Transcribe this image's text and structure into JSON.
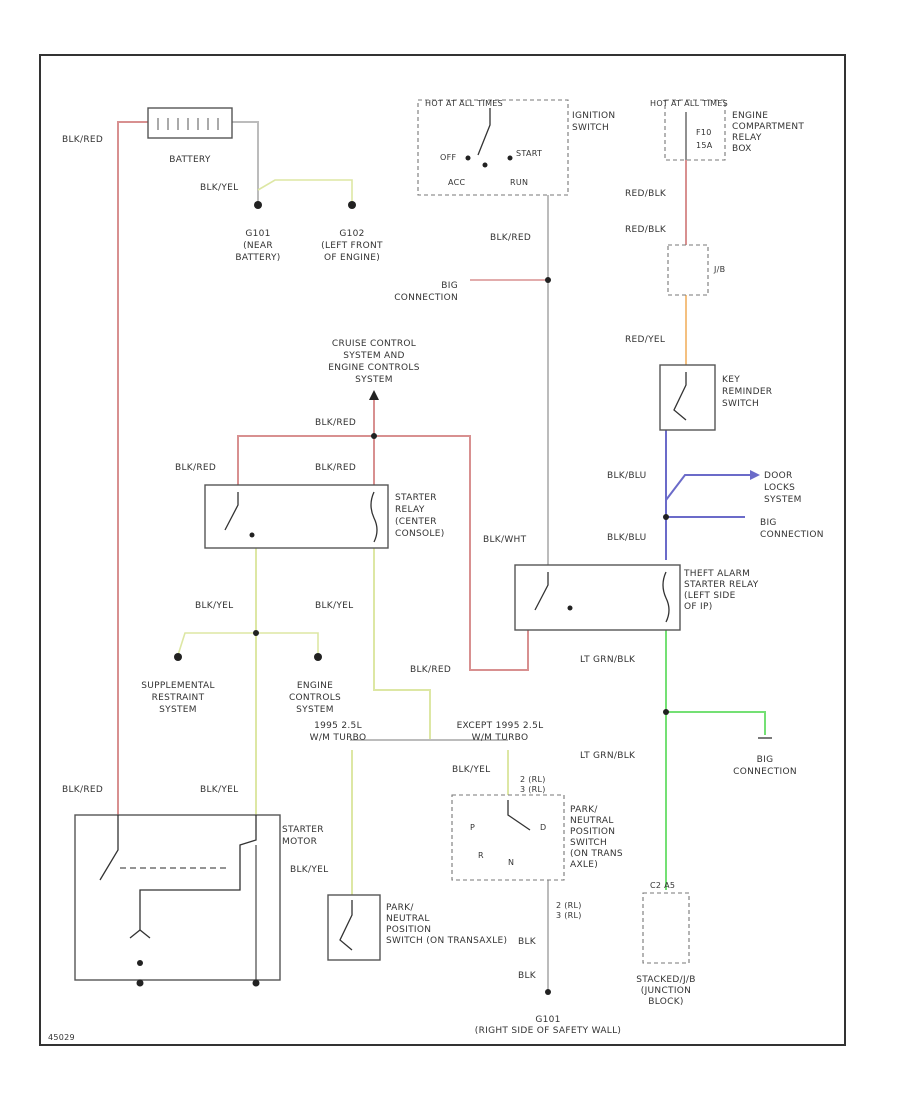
{
  "labels": {
    "wire_blkred_left": "BLK/RED",
    "battery": "BATTERY",
    "wire_blkyel_bat": "BLK/YEL",
    "g101": [
      "G101",
      "(NEAR",
      "BATTERY)"
    ],
    "g102": [
      "G102",
      "(LEFT FRONT",
      "OF ENGINE)"
    ],
    "hotrun_fuses": "HOT AT ALL TIMES",
    "ignition_switch": [
      "IGNITION",
      "SWITCH"
    ],
    "ign_off": "OFF",
    "ign_start": "START",
    "ign_acc": "ACC",
    "ign_run": "RUN",
    "wire_blkred_ign": "BLK/RED",
    "connection_mid": [
      "BIG",
      "CONNECTION"
    ],
    "hot_right": "HOT AT ALL TIMES",
    "engine_relay_box": [
      "ENGINE",
      "COMPARTMENT",
      "RELAY",
      "BOX"
    ],
    "fuse_f10": "F10",
    "fuse_amp": "15A",
    "wire_redblk1": "RED/BLK",
    "wire_redblk2": "RED/BLK",
    "jb_label": "J/B",
    "wire_redyel": "RED/YEL",
    "key_reminder": [
      "KEY",
      "REMINDER",
      "SWITCH"
    ],
    "cruise": [
      "CRUISE CONTROL",
      "SYSTEM AND",
      "ENGINE CONTROLS",
      "SYSTEM"
    ],
    "wire_blkred_top": "BLK/RED",
    "wire_blkred_sr1": "BLK/RED",
    "wire_blkred_sr2": "BLK/RED",
    "starter_relay": [
      "STARTER",
      "RELAY",
      "(CENTER",
      "CONSOLE)"
    ],
    "wire_blkwht": "BLK/WHT",
    "wire_blkblu1": "BLK/BLU",
    "door_locks": [
      "DOOR",
      "LOCKS",
      "SYSTEM"
    ],
    "wire_blkblu2": "BLK/BLU",
    "connection_right": [
      "BIG",
      "CONNECTION"
    ],
    "theft_relay": [
      "THEFT ALARM",
      "STARTER RELAY",
      "(LEFT SIDE",
      "OF IP)"
    ],
    "wire_blkyel_a": "BLK/YEL",
    "wire_blkyel_b": "BLK/YEL",
    "wire_blkred_theft": "BLK/RED",
    "srs": [
      "SUPPLEMENTAL",
      "RESTRAINT",
      "SYSTEM"
    ],
    "engine_controls": [
      "ENGINE",
      "CONTROLS",
      "SYSTEM"
    ],
    "wire_ltgrnblk1": "LT GRN/BLK",
    "wire_ltgrnblk2": "LT GRN/BLK",
    "connection_lower": [
      "BIG",
      "CONNECTION"
    ],
    "variant_left": [
      "1995 2.5L",
      "W/M TURBO"
    ],
    "variant_right": [
      "EXCEPT 1995 2.5L",
      "W/M TURBO"
    ],
    "wire_blkred_sm": "BLK/RED",
    "wire_blkyel_sm": "BLK/YEL",
    "starter_motor": [
      "STARTER",
      "MOTOR"
    ],
    "wire_blkyel_pn": "BLK/YEL",
    "pnp_top": [
      "PARK/",
      "NEUTRAL",
      "POSITION",
      "SWITCH",
      "(ON TRANS",
      "AXLE)"
    ],
    "wire_blkyel_pn2": "BLK/YEL",
    "pnp_bottom": [
      "PARK/",
      "NEUTRAL",
      "POSITION",
      "SWITCH (ON TRANSAXLE)"
    ],
    "wire_blk1": "BLK",
    "wire_blk2": "BLK",
    "g101_bottom": [
      "G101",
      "(RIGHT SIDE OF SAFETY WALL)"
    ],
    "stacked_jb": [
      "STACKED/J/B",
      "(JUNCTION",
      "BLOCK)"
    ],
    "pin_c2": "C2 A5",
    "pins_2r": [
      "2 (RL)",
      "3 (RL)"
    ],
    "pins_pn": [
      "2 (RL)",
      "3 (RL)"
    ],
    "pin_p": "P",
    "pin_r": "R",
    "pin_n": "N",
    "pin_d": "D",
    "diagram_id": "45029"
  },
  "colors": {
    "frame": "#333333",
    "wire_gray": "#bcbcbc",
    "wire_pink": "#d89090",
    "wire_yellow": "#dde7a4",
    "wire_green": "#74e074",
    "wire_blue": "#6b6bc9",
    "wire_orange": "#f4c080"
  }
}
